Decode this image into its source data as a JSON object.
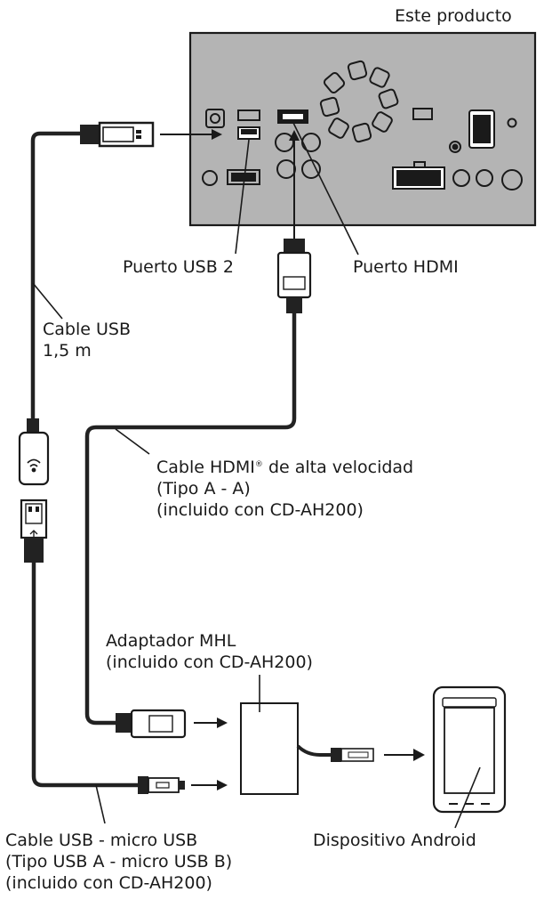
{
  "labels": {
    "product": "Este producto",
    "usb_port": "Puerto USB 2",
    "hdmi_port": "Puerto HDMI",
    "usb_cable": [
      "Cable USB",
      "1,5 m"
    ],
    "hdmi_cable": {
      "line1_main": "Cable HDMI",
      "line1_reg": "®",
      "line1_tail": " de alta velocidad",
      "line2": "(Tipo A - A)",
      "line3": "(incluido con CD-AH200)"
    },
    "mhl_adapter": [
      "Adaptador MHL",
      "(incluido con CD-AH200)"
    ],
    "micro_usb_cable": [
      "Cable USB - micro USB",
      "(Tipo USB A - micro USB B)",
      "(incluido con CD-AH200)"
    ],
    "android_device": "Dispositivo Android"
  },
  "colors": {
    "panel": "#b4b4b4",
    "line": "#1a1a1a",
    "cable": "#222222",
    "white": "#ffffff"
  }
}
